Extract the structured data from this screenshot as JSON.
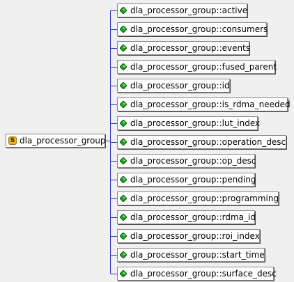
{
  "root": {
    "label": "dla_processor_group",
    "icon": "class-icon"
  },
  "members": [
    {
      "label": "dla_processor_group::active",
      "icon": "green-diamond-icon"
    },
    {
      "label": "dla_processor_group::consumers",
      "icon": "green-diamond-icon"
    },
    {
      "label": "dla_processor_group::events",
      "icon": "green-diamond-icon"
    },
    {
      "label": "dla_processor_group::fused_parent",
      "icon": "green-diamond-icon"
    },
    {
      "label": "dla_processor_group::id",
      "icon": "green-diamond-icon"
    },
    {
      "label": "dla_processor_group::is_rdma_needed",
      "icon": "green-diamond-icon"
    },
    {
      "label": "dla_processor_group::lut_index",
      "icon": "green-diamond-icon"
    },
    {
      "label": "dla_processor_group::operation_desc",
      "icon": "green-diamond-icon"
    },
    {
      "label": "dla_processor_group::op_desc",
      "icon": "green-diamond-icon"
    },
    {
      "label": "dla_processor_group::pending",
      "icon": "green-diamond-icon"
    },
    {
      "label": "dla_processor_group::programming",
      "icon": "green-diamond-icon"
    },
    {
      "label": "dla_processor_group::rdma_id",
      "icon": "green-diamond-icon"
    },
    {
      "label": "dla_processor_group::roi_index",
      "icon": "green-diamond-icon"
    },
    {
      "label": "dla_processor_group::start_time",
      "icon": "green-diamond-icon"
    },
    {
      "label": "dla_processor_group::surface_desc",
      "icon": "green-diamond-icon"
    }
  ],
  "colors": {
    "wire": "#2a34b8",
    "gem": "#1fa51f",
    "node_border": "#8a8a8a"
  }
}
